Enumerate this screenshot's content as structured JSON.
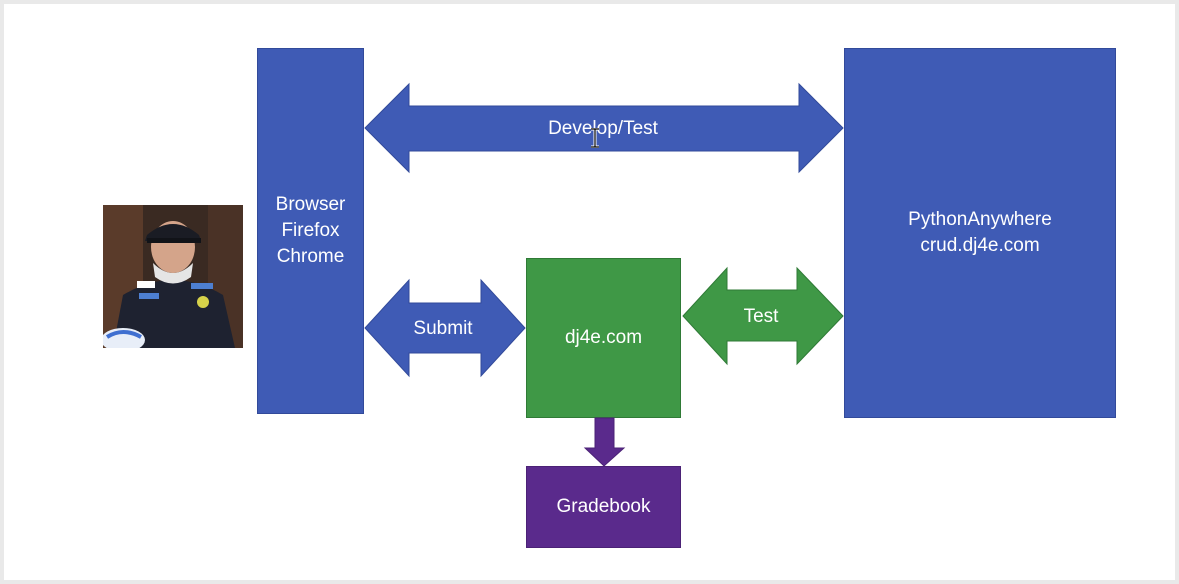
{
  "browser_box": {
    "lines": [
      "Browser",
      "Firefox",
      "Chrome"
    ]
  },
  "server_box": {
    "lines": [
      "PythonAnywhere",
      "crud.dj4e.com"
    ]
  },
  "dj4e_box": {
    "label": "dj4e.com"
  },
  "gradebook_box": {
    "label": "Gradebook"
  },
  "arrows": {
    "develop_test": "Develop/Test",
    "submit": "Submit",
    "test": "Test"
  },
  "colors": {
    "blue": "#3f5bb5",
    "green": "#3f9846",
    "purple": "#5a2a8c"
  }
}
